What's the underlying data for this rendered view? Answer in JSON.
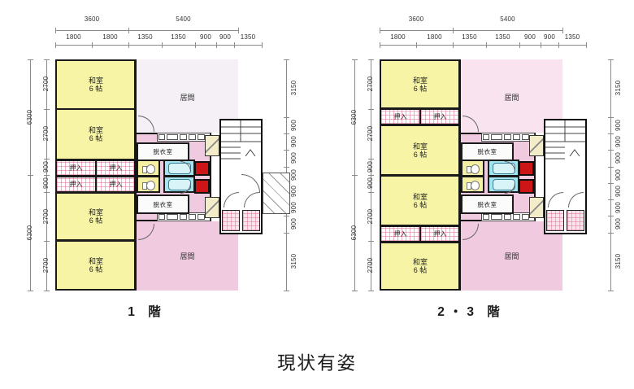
{
  "title": "現状有姿",
  "plans": [
    {
      "label": "1 階"
    },
    {
      "label": "2・3 階"
    }
  ],
  "dims": {
    "top_row1": [
      "3600",
      "5400"
    ],
    "top_row2": [
      "1800",
      "1800",
      "1350",
      "1350",
      "900",
      "900",
      "1350"
    ],
    "left_outer": [
      "6300",
      "6300"
    ],
    "left_inner": [
      "2700",
      "2700",
      "900",
      "900",
      "2700",
      "2700"
    ],
    "right_col": [
      "3150",
      "900",
      "900",
      "900",
      "900",
      "900",
      "900",
      "900",
      "3150"
    ]
  },
  "rooms": {
    "washitsu": "和室",
    "washitsu_size": "6 帖",
    "closet": "押入",
    "dressing": "脱衣室",
    "living": "居間"
  },
  "colors": {
    "washitsu_yellow": "#F7F5A5",
    "living_pink": "#F0CADF",
    "living_pale_1f": "#F4F0F5",
    "living_light_pink_23f": "#F8E3EF",
    "bath_cyan": "#A5E5F0",
    "toilet_yellow": "#F5F0A2",
    "shaft_red": "#CD1417"
  }
}
